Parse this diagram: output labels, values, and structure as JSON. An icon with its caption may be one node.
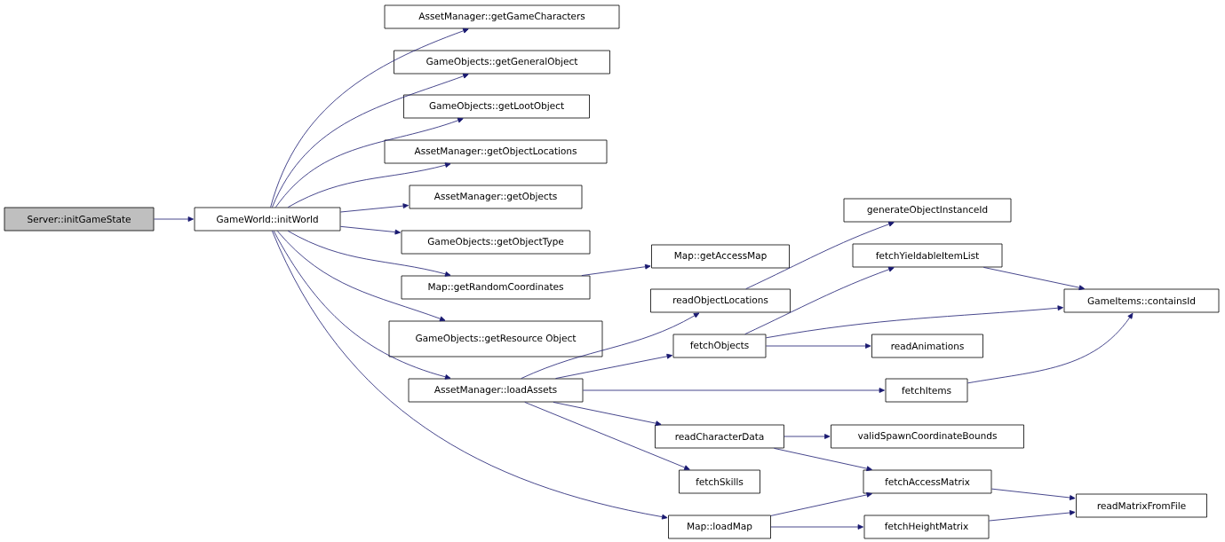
{
  "diagram": {
    "nodes": [
      {
        "text": [
          "Server::initGameState"
        ]
      },
      {
        "text": [
          "GameWorld::initWorld"
        ]
      },
      {
        "text": [
          "AssetManager::getGameCharacters"
        ]
      },
      {
        "text": [
          "GameObjects::getGeneralObject"
        ]
      },
      {
        "text": [
          "GameObjects::getLootObject"
        ]
      },
      {
        "text": [
          "AssetManager::getObjectLocations"
        ]
      },
      {
        "text": [
          "AssetManager::getObjects"
        ]
      },
      {
        "text": [
          "GameObjects::getObjectType"
        ]
      },
      {
        "text": [
          "Map::getRandomCoordinates"
        ]
      },
      {
        "text": [
          "GameObjects::getResource Object"
        ]
      },
      {
        "text": [
          "AssetManager::loadAssets"
        ]
      },
      {
        "text": [
          "Map::getAccessMap"
        ]
      },
      {
        "text": [
          "readObjectLocations"
        ]
      },
      {
        "text": [
          "fetchObjects"
        ]
      },
      {
        "text": [
          "readCharacterData"
        ]
      },
      {
        "text": [
          "fetchSkills"
        ]
      },
      {
        "text": [
          "Map::loadMap"
        ]
      },
      {
        "text": [
          "generateObjectInstanceId"
        ]
      },
      {
        "text": [
          "fetchYieldableItemList"
        ]
      },
      {
        "text": [
          "readAnimations"
        ]
      },
      {
        "text": [
          "fetchItems"
        ]
      },
      {
        "text": [
          "validSpawnCoordinateBounds"
        ]
      },
      {
        "text": [
          "fetchAccessMatrix"
        ]
      },
      {
        "text": [
          "fetchHeightMatrix"
        ]
      },
      {
        "text": [
          "GameItems::containsId"
        ]
      },
      {
        "text": [
          "readMatrixFromFile"
        ]
      }
    ],
    "edges": [
      {
        "from": 0,
        "to": 1,
        "arrow": "to"
      },
      {
        "from": 1,
        "to": 2,
        "arrow": "to"
      },
      {
        "from": 1,
        "to": 3,
        "arrow": "to"
      },
      {
        "from": 1,
        "to": 4,
        "arrow": "to"
      },
      {
        "from": 1,
        "to": 5,
        "arrow": "to"
      },
      {
        "from": 1,
        "to": 6,
        "arrow": "to"
      },
      {
        "from": 1,
        "to": 7,
        "arrow": "to"
      },
      {
        "from": 1,
        "to": 8,
        "arrow": "to"
      },
      {
        "from": 1,
        "to": 9,
        "arrow": "to"
      },
      {
        "from": 1,
        "to": 10,
        "arrow": "to"
      },
      {
        "from": 1,
        "to": 16,
        "arrow": "to"
      },
      {
        "from": 8,
        "to": 11,
        "arrow": "to"
      },
      {
        "from": 10,
        "to": 12,
        "arrow": "to"
      },
      {
        "from": 10,
        "to": 13,
        "arrow": "to"
      },
      {
        "from": 10,
        "to": 20,
        "arrow": "to"
      },
      {
        "from": 10,
        "to": 14,
        "arrow": "to"
      },
      {
        "from": 10,
        "to": 15,
        "arrow": "to"
      },
      {
        "from": 12,
        "to": 17,
        "arrow": "to"
      },
      {
        "from": 13,
        "to": 18,
        "arrow": "to"
      },
      {
        "from": 13,
        "to": 24,
        "arrow": "to"
      },
      {
        "from": 13,
        "to": 19,
        "arrow": "to"
      },
      {
        "from": 18,
        "to": 24,
        "arrow": "to"
      },
      {
        "from": 20,
        "to": 24,
        "arrow": "to"
      },
      {
        "from": 14,
        "to": 21,
        "arrow": "to"
      },
      {
        "from": 14,
        "to": 22,
        "arrow": "to"
      },
      {
        "from": 16,
        "to": 22,
        "arrow": "to"
      },
      {
        "from": 16,
        "to": 23,
        "arrow": "to"
      },
      {
        "from": 22,
        "to": 25,
        "arrow": "to"
      },
      {
        "from": 23,
        "to": 25,
        "arrow": "to"
      }
    ]
  }
}
